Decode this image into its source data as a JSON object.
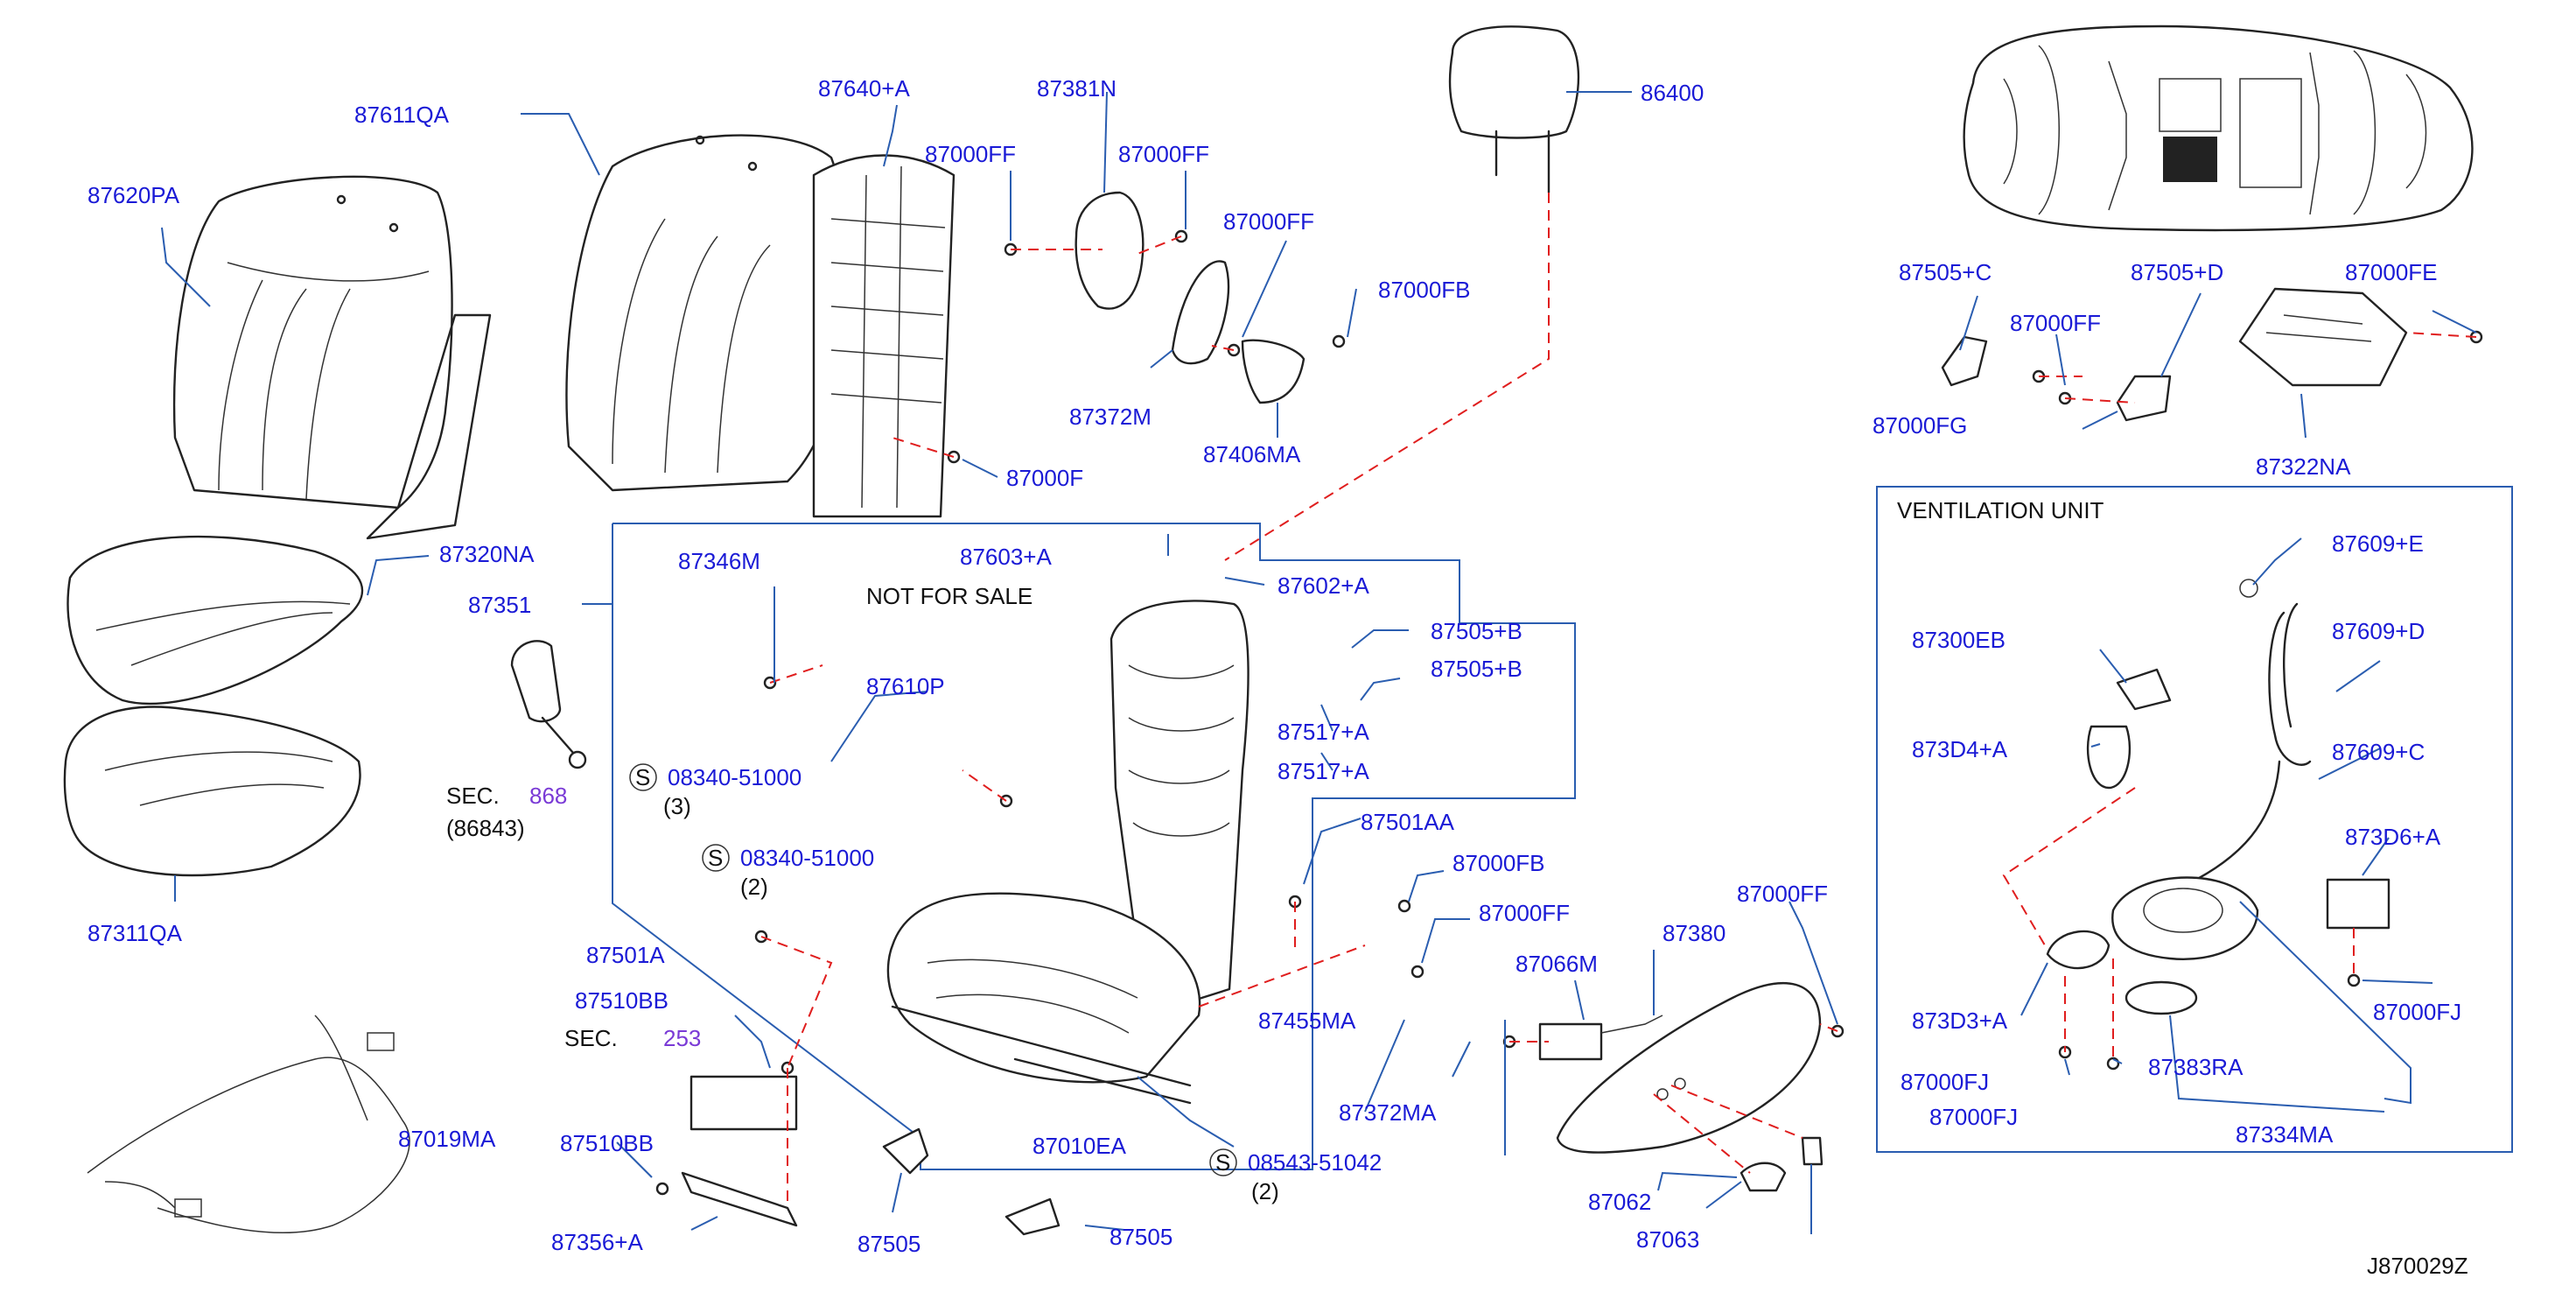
{
  "diagram_id": "J870029Z",
  "notes": {
    "not_for_sale": "NOT   FOR   SALE",
    "ventilation_unit": "VENTILATION   UNIT"
  },
  "sections": {
    "sec_868": {
      "prefix": "SEC.",
      "num": "868",
      "sub": "(86843)"
    },
    "sec_253": {
      "prefix": "SEC.",
      "num": "253"
    }
  },
  "screws": [
    {
      "mark": "S",
      "part": "08340-51000",
      "qty": "(3)"
    },
    {
      "mark": "S",
      "part": "08340-51000",
      "qty": "(2)"
    },
    {
      "mark": "S",
      "part": "08543-51042",
      "qty": "(2)"
    }
  ],
  "parts": {
    "p87611QA": "87611QA",
    "p87640A": "87640+A",
    "p87381N": "87381N",
    "p86400": "86400",
    "p87620PA": "87620PA",
    "p87000FF_a": "87000FF",
    "p87000FF_b": "87000FF",
    "p87000FF_c": "87000FF",
    "p87000FB_a": "87000FB",
    "p87372M": "87372M",
    "p87406MA": "87406MA",
    "p87000F": "87000F",
    "p87320NA": "87320NA",
    "p87351": "87351",
    "p87346M": "87346M",
    "p87603A": "87603+A",
    "p87602A": "87602+A",
    "p87505B_a": "87505+B",
    "p87505B_b": "87505+B",
    "p87610P": "87610P",
    "p87517A_a": "87517+A",
    "p87517A_b": "87517+A",
    "p87311QA": "87311QA",
    "p87501AA": "87501AA",
    "p87000FB_b": "87000FB",
    "p87000FF_d": "87000FF",
    "p87000FF_e": "87000FF",
    "p87380": "87380",
    "p87066M": "87066M",
    "p87455MA": "87455MA",
    "p87501A": "87501A",
    "p87510BB_a": "87510BB",
    "p87372MA": "87372MA",
    "p87019MA": "87019MA",
    "p87510BB_b": "87510BB",
    "p87010EA": "87010EA",
    "p87062": "87062",
    "p87356A": "87356+A",
    "p87505_a": "87505",
    "p87505_b": "87505",
    "p87063": "87063",
    "p87505C": "87505+C",
    "p87505D": "87505+D",
    "p87000FE": "87000FE",
    "p87000FF_f": "87000FF",
    "p87000FG": "87000FG",
    "p87322NA": "87322NA",
    "p87609E": "87609+E",
    "p87300EB": "87300EB",
    "p87609D": "87609+D",
    "p873D4A": "873D4+A",
    "p87609C": "87609+C",
    "p873D6A": "873D6+A",
    "p873D3A": "873D3+A",
    "p87000FJ_a": "87000FJ",
    "p87000FJ_b": "87000FJ",
    "p87383RA": "87383RA",
    "p87000FJ_c": "87000FJ",
    "p87334MA": "87334MA"
  }
}
